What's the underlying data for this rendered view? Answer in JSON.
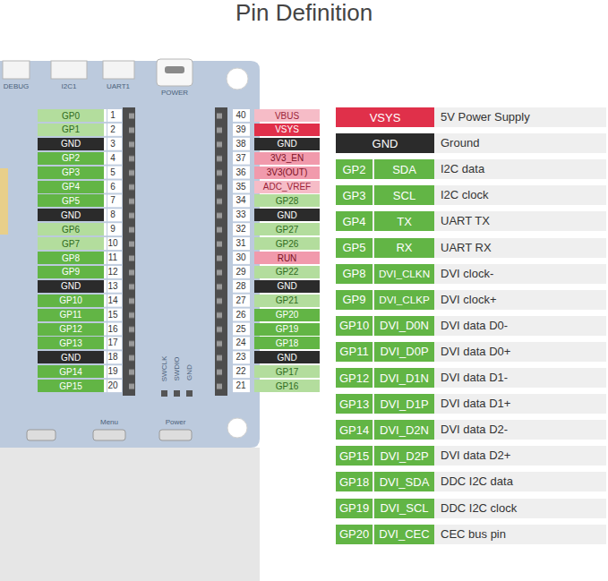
{
  "diagram": {
    "title": "Pin Definition",
    "nodes": [
      {
        "text": [
          "GP0"
        ]
      },
      {
        "text": [
          "GP1"
        ]
      },
      {
        "text": [
          "GND"
        ]
      },
      {
        "text": [
          "GP2"
        ]
      },
      {
        "text": [
          "GP3"
        ]
      },
      {
        "text": [
          "GP4"
        ]
      },
      {
        "text": [
          "GP5"
        ]
      },
      {
        "text": [
          "GND"
        ]
      },
      {
        "text": [
          "GP6"
        ]
      },
      {
        "text": [
          "GP7"
        ]
      },
      {
        "text": [
          "GP8"
        ]
      },
      {
        "text": [
          "GP9"
        ]
      },
      {
        "text": [
          "GND"
        ]
      },
      {
        "text": [
          "GP10"
        ]
      },
      {
        "text": [
          "GP11"
        ]
      },
      {
        "text": [
          "GP12"
        ]
      },
      {
        "text": [
          "GP13"
        ]
      },
      {
        "text": [
          "GND"
        ]
      },
      {
        "text": [
          "GP14"
        ]
      },
      {
        "text": [
          "GP15"
        ]
      },
      {
        "text": [
          "VBUS"
        ]
      },
      {
        "text": [
          "VSYS"
        ]
      },
      {
        "text": [
          "GND"
        ]
      },
      {
        "text": [
          "3V3_EN"
        ]
      },
      {
        "text": [
          "3V3(OUT)"
        ]
      },
      {
        "text": [
          "ADC_VREF"
        ]
      },
      {
        "text": [
          "GP28"
        ]
      },
      {
        "text": [
          "GND"
        ]
      },
      {
        "text": [
          "GP27"
        ]
      },
      {
        "text": [
          "GP26"
        ]
      },
      {
        "text": [
          "RUN"
        ]
      },
      {
        "text": [
          "GP22"
        ]
      },
      {
        "text": [
          "GND"
        ]
      },
      {
        "text": [
          "GP21"
        ]
      },
      {
        "text": [
          "GP20"
        ]
      },
      {
        "text": [
          "GP19"
        ]
      },
      {
        "text": [
          "GP18"
        ]
      },
      {
        "text": [
          "GND"
        ]
      },
      {
        "text": [
          "GP17"
        ]
      },
      {
        "text": [
          "GP16"
        ]
      },
      {
        "text": [
          "5V Power Supply"
        ]
      },
      {
        "text": [
          "VSYS"
        ],
        "in": 40
      },
      {
        "text": [
          "Ground"
        ]
      },
      {
        "text": [
          "GND"
        ],
        "in": 42
      },
      {
        "text": [
          "I2C data"
        ]
      },
      {
        "text": [
          "GP2"
        ],
        "in": 44
      },
      {
        "text": [
          "SDA"
        ],
        "in": 44
      },
      {
        "text": [
          "I2C clock"
        ]
      },
      {
        "text": [
          "GP3"
        ],
        "in": 47
      },
      {
        "text": [
          "SCL"
        ],
        "in": 47
      },
      {
        "text": [
          "UART TX"
        ]
      },
      {
        "text": [
          "GP4"
        ],
        "in": 50
      },
      {
        "text": [
          "TX"
        ],
        "in": 50
      },
      {
        "text": [
          "UART RX"
        ]
      },
      {
        "text": [
          "GP5"
        ],
        "in": 53
      },
      {
        "text": [
          "RX"
        ],
        "in": 53
      },
      {
        "text": [
          "DVI clock-"
        ]
      },
      {
        "text": [
          "GP8"
        ],
        "in": 56
      },
      {
        "text": [
          "DVI_CLKN"
        ],
        "in": 56
      },
      {
        "text": [
          "DVI clock+"
        ]
      },
      {
        "text": [
          "GP9"
        ],
        "in": 59
      },
      {
        "text": [
          "DVI_CLKP"
        ],
        "in": 59
      },
      {
        "text": [
          "DVI data D0-"
        ]
      },
      {
        "text": [
          "GP10"
        ],
        "in": 62
      },
      {
        "text": [
          "DVI_D0N"
        ],
        "in": 62
      },
      {
        "text": [
          "DVI data D0+"
        ]
      },
      {
        "text": [
          "GP11"
        ],
        "in": 65
      },
      {
        "text": [
          "DVI_D0P"
        ],
        "in": 65
      },
      {
        "text": [
          "DVI data D1-"
        ]
      },
      {
        "text": [
          "GP12"
        ],
        "in": 68
      },
      {
        "text": [
          "DVI_D1N"
        ],
        "in": 68
      },
      {
        "text": [
          "DVI data D1+"
        ]
      },
      {
        "text": [
          "GP13"
        ],
        "in": 71
      },
      {
        "text": [
          "DVI_D1P"
        ],
        "in": 71
      },
      {
        "text": [
          "DVI data D2-"
        ]
      },
      {
        "text": [
          "GP14"
        ],
        "in": 74
      },
      {
        "text": [
          "DVI_D2N"
        ],
        "in": 74
      },
      {
        "text": [
          "DVI data D2+"
        ]
      },
      {
        "text": [
          "GP15"
        ],
        "in": 77
      },
      {
        "text": [
          "DVI_D2P"
        ],
        "in": 77
      },
      {
        "text": [
          "DDC I2C data"
        ]
      },
      {
        "text": [
          "GP18"
        ],
        "in": 80
      },
      {
        "text": [
          "DVI_SDA"
        ],
        "in": 80
      },
      {
        "text": [
          "DDC I2C clock"
        ]
      },
      {
        "text": [
          "GP19"
        ],
        "in": 83
      },
      {
        "text": [
          "DVI_SCL"
        ],
        "in": 83
      },
      {
        "text": [
          "CEC bus pin"
        ]
      },
      {
        "text": [
          "GP20"
        ],
        "in": 86
      },
      {
        "text": [
          "DVI_CEC"
        ],
        "in": 86
      }
    ],
    "labels": [
      "1",
      "2",
      "3",
      "4",
      "5",
      "6",
      "7",
      "8",
      "9",
      "10",
      "11",
      "12",
      "13",
      "14",
      "15",
      "16",
      "17",
      "18",
      "19",
      "20",
      "21",
      "22",
      "23",
      "24",
      "25",
      "26",
      "27",
      "28",
      "29",
      "30",
      "31",
      "32",
      "33",
      "34",
      "35",
      "36",
      "37",
      "38",
      "39",
      "40",
      "DEBUG",
      "I2C1",
      "UART1",
      "POWER",
      "SWCLK",
      "SWDIO",
      "GND",
      "Menu",
      "Power"
    ]
  }
}
